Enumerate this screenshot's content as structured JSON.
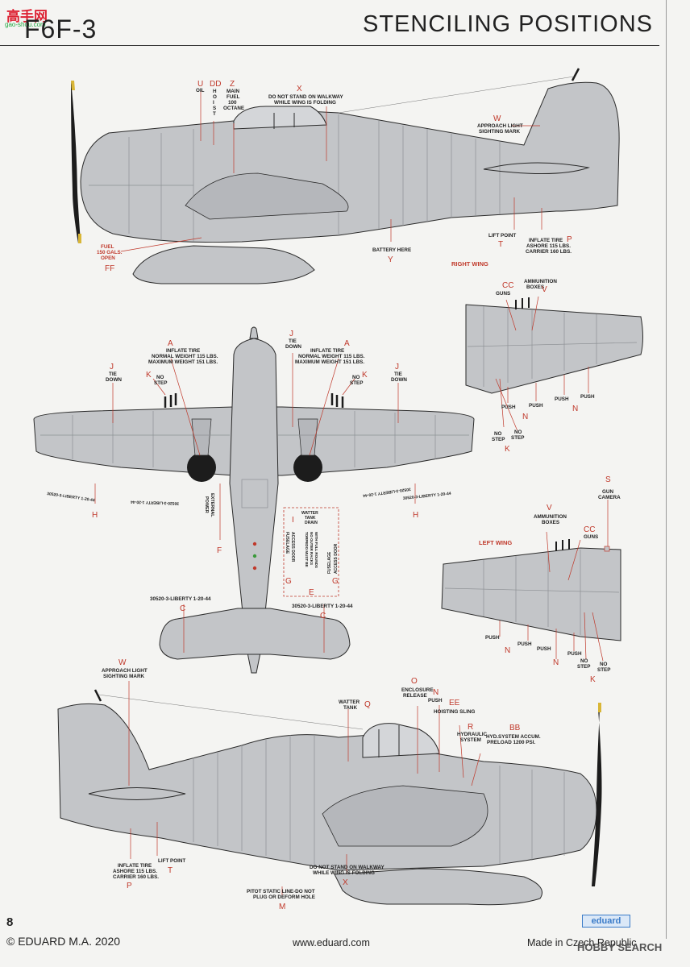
{
  "header": {
    "title": "STENCILING POSITIONS",
    "model": "F6F-3"
  },
  "watermark": {
    "logo": "高手网",
    "sub": "gao-shou.com"
  },
  "sections": {
    "right_wing": "RIGHT WING",
    "left_wing": "LEFT WING"
  },
  "footer": {
    "page": "8",
    "copyright": "© EDUARD  M.A. 2020",
    "url": "www.eduard.com",
    "made_in": "Made in Czech Republic",
    "brand": "eduard",
    "hobby": "HOBBY SEARCH"
  },
  "colors": {
    "aircraft": "#c3c5c8",
    "outline": "#2a2a2a",
    "callout": "#c0392b",
    "panel": "#8d9094"
  },
  "side_top": {
    "U": {
      "letter": "U",
      "text": [
        "OIL"
      ]
    },
    "DD": {
      "letter": "DD",
      "text": [
        "H",
        "O",
        "I",
        "S",
        "T"
      ]
    },
    "Z": {
      "letter": "Z",
      "text": [
        "MAIN",
        "FUEL",
        "100",
        "OCTANE"
      ]
    },
    "X": {
      "letter": "X",
      "text": [
        "DO NOT STAND ON WALKWAY",
        "WHILE WING IS FOLDING"
      ]
    },
    "W": {
      "letter": "W",
      "text": [
        "APPROACH LIGHT",
        "SIGHTING MARK"
      ]
    },
    "T": {
      "letter": "T",
      "text": [
        "LIFT POINT"
      ]
    },
    "P": {
      "letter": "P",
      "text": [
        "INFLATE TIRE",
        "ASHORE 115 LBS.",
        "CARRIER 160 LBS."
      ]
    },
    "Y": {
      "letter": "Y",
      "text": [
        "BATTERY HERE"
      ]
    },
    "FF": {
      "letter": "FF",
      "text": [
        "FUEL",
        "150 GALS.",
        "OPEN"
      ]
    }
  },
  "plan": {
    "A_left": {
      "letter": "A",
      "text": [
        "INFLATE TIRE",
        "NORMAL WEIGHT 115 LBS.",
        "MAXIMUM WEIGHT 151 LBS."
      ]
    },
    "A_right": {
      "letter": "A",
      "text": [
        "INFLATE TIRE",
        "NORMAL WEIGHT 115 LBS.",
        "MAXIMUM WEIGHT 151 LBS."
      ]
    },
    "J_center": {
      "letter": "J",
      "text": [
        "TIE",
        "DOWN"
      ]
    },
    "J_left": {
      "letter": "J",
      "text": [
        "TIE",
        "DOWN"
      ]
    },
    "J_right": {
      "letter": "J",
      "text": [
        "TIE",
        "DOWN"
      ]
    },
    "K_left": {
      "letter": "K",
      "text": [
        "NO",
        "STEP"
      ]
    },
    "K_right": {
      "letter": "K",
      "text": [
        "NO",
        "STEP"
      ]
    },
    "H_left": {
      "letter": "H",
      "text": [
        "30520-3-LIBERTY 1-20-44",
        "30520-3-LIBERTY 1-20-44"
      ]
    },
    "H_right": {
      "letter": "H",
      "text": [
        "30520-3-LIBERTY 1-20-44",
        "30520-3-LIBERTY 1-20-44"
      ]
    },
    "F": {
      "letter": "F",
      "text": [
        "EXTERNAL",
        "POWER"
      ]
    },
    "I": {
      "letter": "I",
      "text": [
        "WATTER",
        "TANK",
        "DRAIN"
      ]
    },
    "G_left": {
      "letter": "G",
      "text": [
        "FUSELAGE",
        "ACCESS DOOR"
      ]
    },
    "G_right": {
      "letter": "G",
      "text": [
        "FUSELAGE",
        "ACCESS DOOR"
      ]
    },
    "E": {
      "letter": "E",
      "text": [
        "TORPEDO MUST BE",
        "NO OUTER RACKS",
        "WITH FULL ROUNDS"
      ]
    },
    "C_left": {
      "letter": "C",
      "text": [
        "30520-3-LIBERTY 1-20-44"
      ]
    },
    "C_right": {
      "letter": "C",
      "text": [
        "30520-3-LIBERTY 1-20-44"
      ]
    }
  },
  "right_wing": {
    "CC": {
      "letter": "CC",
      "text": [
        "GUNS"
      ]
    },
    "V": {
      "letter": "V",
      "text": [
        "AMMUNITION",
        "BOXES"
      ]
    },
    "push": [
      "PUSH",
      "PUSH",
      "PUSH",
      "PUSH"
    ],
    "N1": "N",
    "N2": "N",
    "nostep": [
      "NO",
      "STEP",
      "NO",
      "STEP"
    ],
    "K": "K"
  },
  "left_wing": {
    "S": {
      "letter": "S",
      "text": [
        "GUN",
        "CAMERA"
      ]
    },
    "V": {
      "letter": "V",
      "text": [
        "AMMUNITION",
        "BOXES"
      ]
    },
    "CC": {
      "letter": "CC",
      "text": [
        "GUNS"
      ]
    },
    "push": [
      "PUSH",
      "PUSH",
      "PUSH",
      "PUSH"
    ],
    "N1": "N",
    "N2": "N",
    "nostep": [
      "NO",
      "STEP",
      "NO",
      "STEP"
    ],
    "K": "K"
  },
  "side_bottom": {
    "W": {
      "letter": "W",
      "text": [
        "APPROACH LIGHT",
        "SIGHTING MARK"
      ]
    },
    "Q": {
      "letter": "Q",
      "text": [
        "WATTER",
        "TANK"
      ]
    },
    "O": {
      "letter": "O",
      "text": [
        "ENCLOSURE",
        "RELEASE"
      ]
    },
    "N": {
      "letter": "N",
      "text": [
        "PUSH"
      ]
    },
    "EE": {
      "letter": "EE",
      "text": [
        "HOISTING SLING"
      ]
    },
    "R": {
      "letter": "R",
      "text": [
        "HYDRAULIC",
        "SYSTEM"
      ]
    },
    "BB": {
      "letter": "BB",
      "text": [
        "HYD.SYSTEM ACCUM.",
        "PRELOAD 1200 PSI."
      ]
    },
    "P": {
      "letter": "P",
      "text": [
        "INFLATE TIRE",
        "ASHORE 115 LBS.",
        "CARRIER 160 LBS."
      ]
    },
    "T": {
      "letter": "T",
      "text": [
        "LIFT POINT"
      ]
    },
    "X": {
      "letter": "X",
      "text": [
        "DO NOT STAND ON WALKWAY",
        "WHILE WING IS FOLDING"
      ]
    },
    "M": {
      "letter": "M",
      "text": [
        "PITOT STATIC LINE-DO NOT",
        "PLUG OR DEFORM HOLE"
      ]
    }
  }
}
